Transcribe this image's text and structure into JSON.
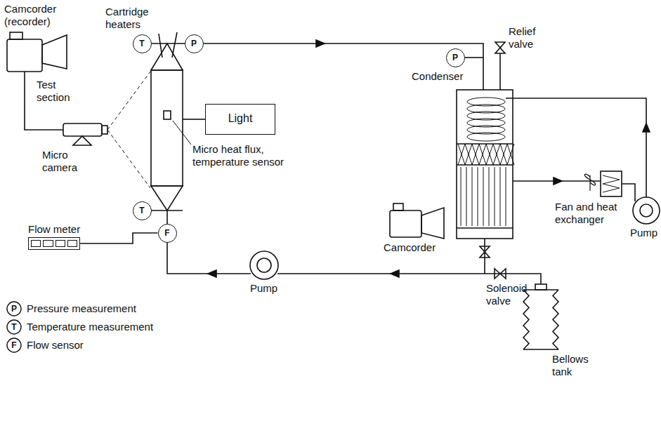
{
  "diagram": {
    "nodes": [
      {
        "text": [
          "Light"
        ]
      },
      {
        "text": [
          "T"
        ]
      },
      {
        "text": [
          "P"
        ]
      },
      {
        "text": [
          "T"
        ]
      },
      {
        "text": [
          "F"
        ]
      },
      {
        "text": [
          "P"
        ]
      },
      {
        "text": [
          "Flow meter"
        ]
      }
    ],
    "edges": [
      {
        "from": 4,
        "to": 6,
        "arrow": "none"
      }
    ],
    "labels": [
      "Camcorder (recorder)",
      "Cartridge heaters",
      "Test section",
      "Micro camera",
      "Micro heat flux, temperature sensor",
      "Pump",
      "Condenser",
      "Relief valve",
      "Camcorder",
      "Fan and heat exchanger",
      "Pump",
      "Solenoid valve",
      "Bellows tank",
      "P",
      "T",
      "F"
    ],
    "legend": [
      {
        "text": "Pressure measurement"
      },
      {
        "text": "Temperature measurement"
      },
      {
        "text": "Flow sensor"
      }
    ]
  }
}
